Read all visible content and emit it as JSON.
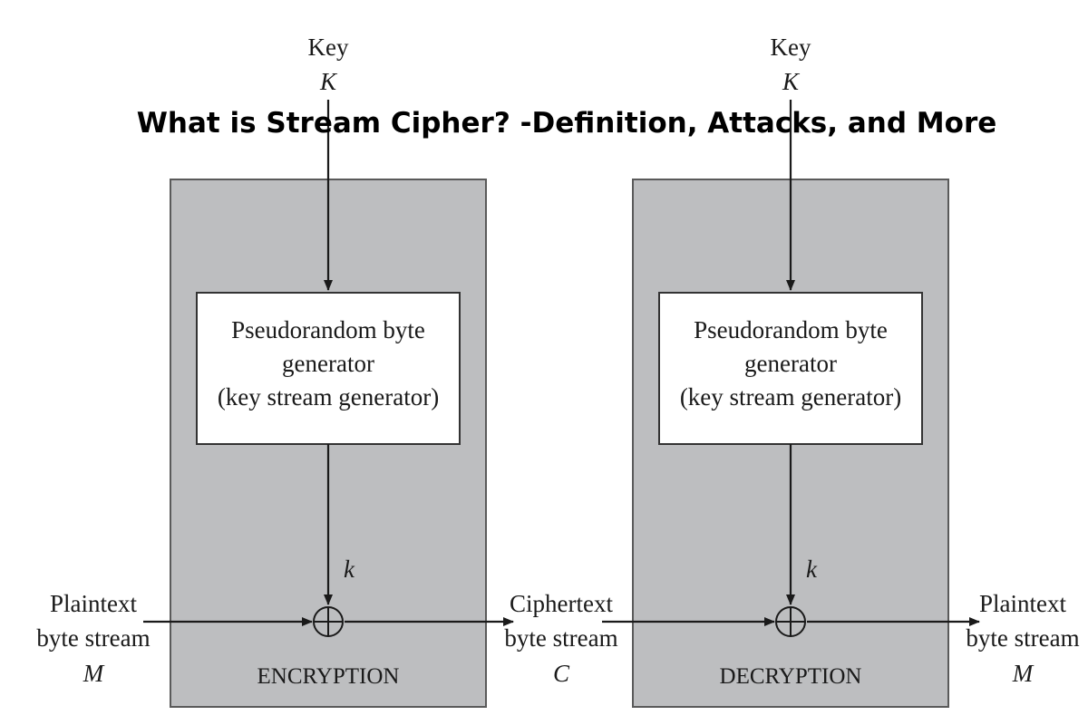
{
  "headline": "What is Stream Cipher? -Definition, Attacks, and More",
  "colors": {
    "panel_fill": "#bdbec0",
    "panel_border": "#5a5a5a",
    "line": "#1a1a1a",
    "background": "#ffffff"
  },
  "diagram": {
    "encryption": {
      "key_label": "Key",
      "key_symbol": "K",
      "generator_lines": [
        "Pseudorandom byte",
        "generator",
        "(key stream generator)"
      ],
      "keystream_symbol": "k",
      "xor_icon": "xor-icon",
      "section_label": "ENCRYPTION"
    },
    "decryption": {
      "key_label": "Key",
      "key_symbol": "K",
      "generator_lines": [
        "Pseudorandom byte",
        "generator",
        "(key stream generator)"
      ],
      "keystream_symbol": "k",
      "xor_icon": "xor-icon",
      "section_label": "DECRYPTION"
    },
    "input": {
      "lines": [
        "Plaintext",
        "byte stream"
      ],
      "symbol": "M"
    },
    "middle": {
      "lines": [
        "Ciphertext",
        "byte stream"
      ],
      "symbol": "C"
    },
    "output": {
      "lines": [
        "Plaintext",
        "byte stream"
      ],
      "symbol": "M"
    }
  }
}
